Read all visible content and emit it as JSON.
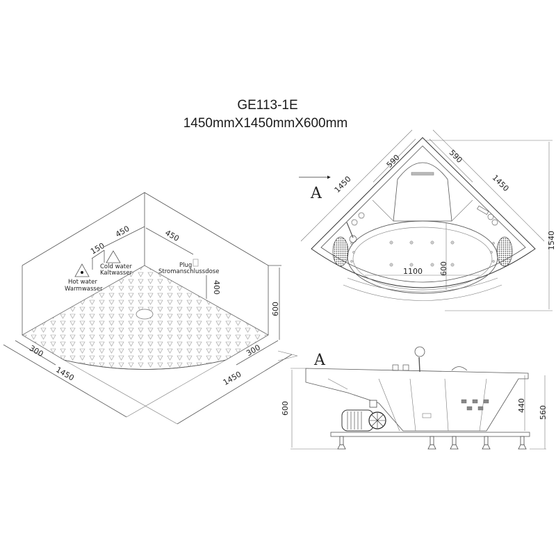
{
  "header": {
    "model": "GE113-1E",
    "dimensions": "1450mmX1450mmX600mm"
  },
  "installation_view": {
    "labels": {
      "hot_water_en": "Hot water",
      "hot_water_de": "Warmwasser",
      "cold_water_en": "Cold water",
      "cold_water_de": "Kaltwasser",
      "plug_en": "Plug",
      "plug_de": "Stromanschlussdose"
    },
    "dimensions": {
      "left_wall_offset": "450",
      "left_small_offset": "150",
      "right_wall_offset": "450",
      "plug_height": "400",
      "wall_height": "600",
      "left_edge": "300",
      "right_edge": "300",
      "left_length": "1450",
      "right_length": "1450"
    }
  },
  "plan_view": {
    "section_marker": "A",
    "dimensions": {
      "left_side": "1450",
      "right_side": "1450",
      "left_seat": "590",
      "right_seat": "590",
      "overall_depth": "1540",
      "basin_length": "1100",
      "basin_width": "600"
    }
  },
  "side_view": {
    "section_marker": "A",
    "dimensions": {
      "total_height": "600",
      "inner_depth": "440",
      "rim_height": "560"
    }
  }
}
